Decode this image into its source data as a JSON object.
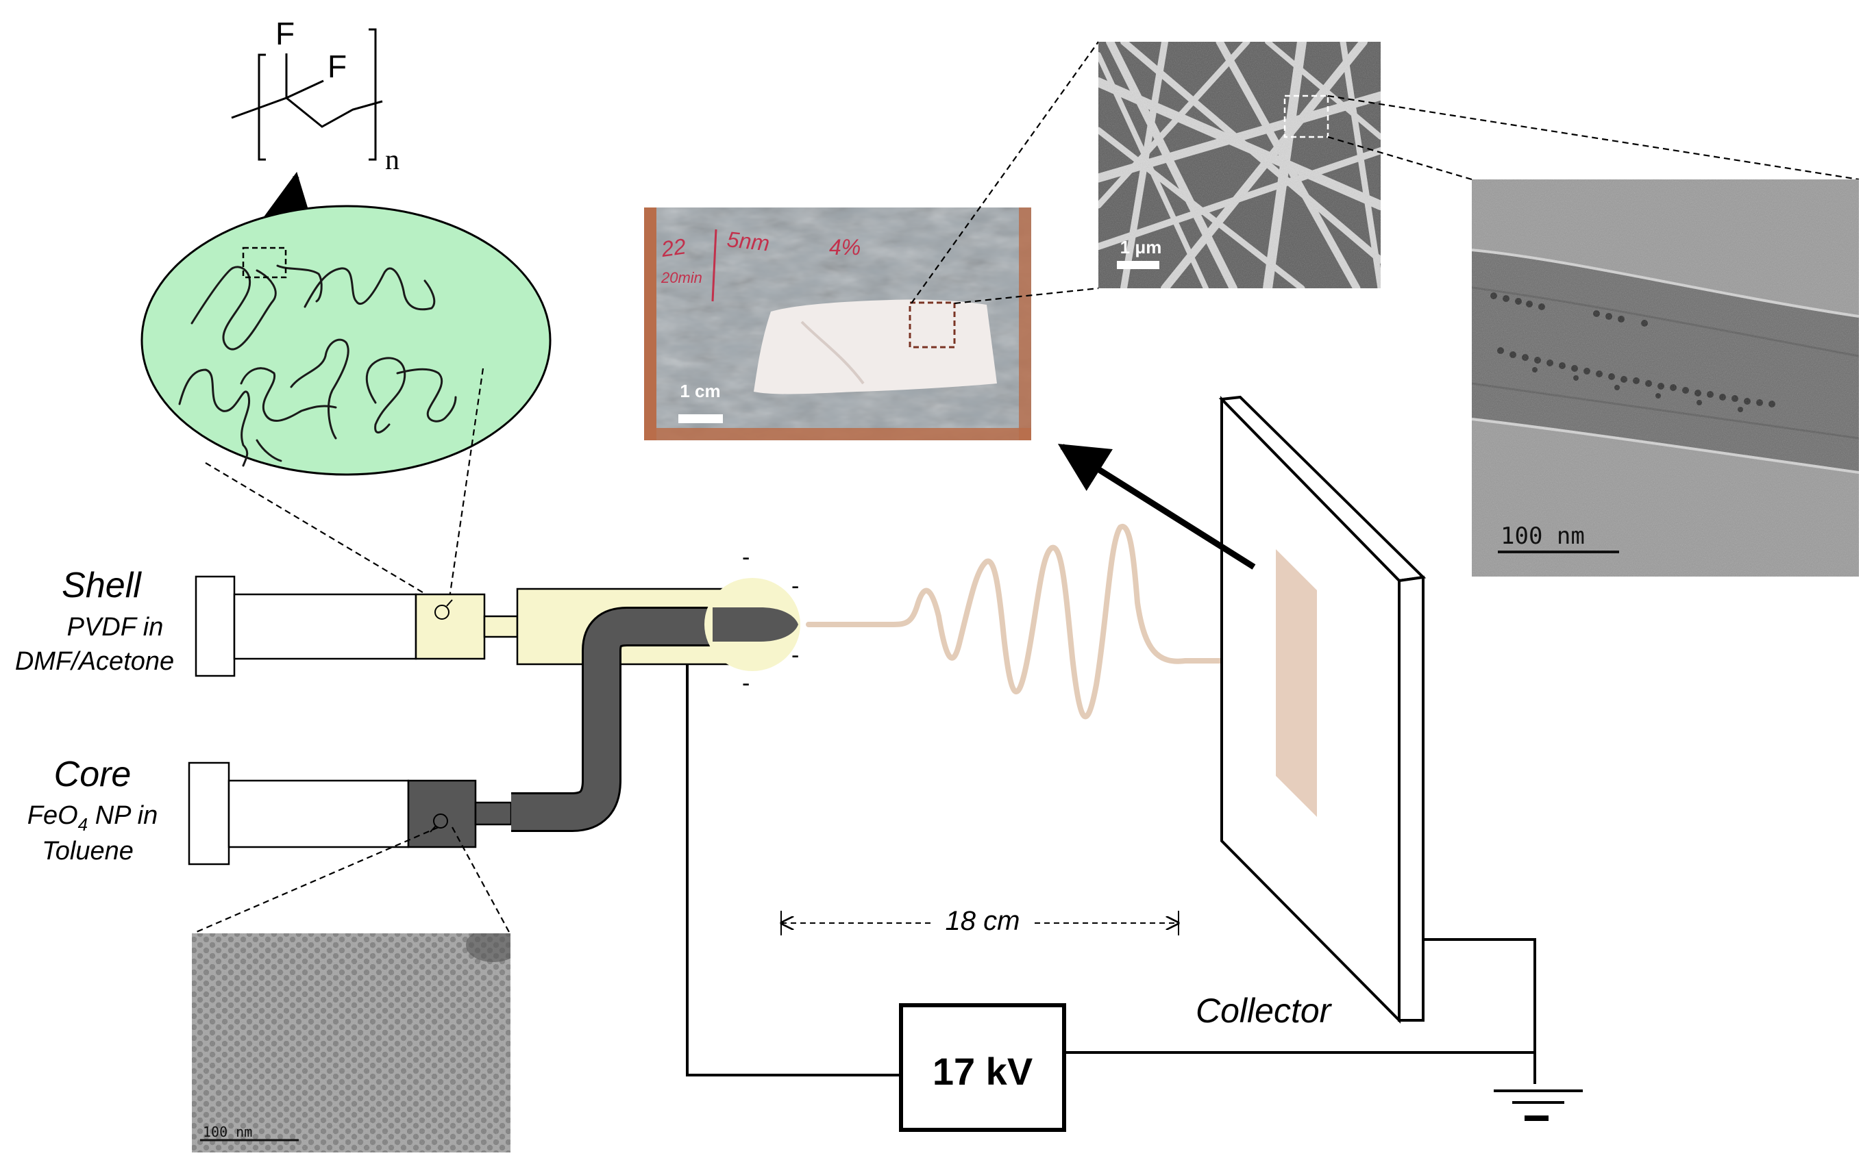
{
  "labels": {
    "shell_title": "Shell",
    "shell_line1": "PVDF in",
    "shell_line2": "DMF/Acetone",
    "core_title": "Core",
    "core_line1_base": "FeO",
    "core_line1_sub": "4",
    "core_line1_rest": " NP in",
    "core_line2": "Toluene",
    "distance": "18 cm",
    "voltage": "17 kV",
    "collector": "Collector"
  },
  "monomer": {
    "f1": "F",
    "f2": "F",
    "repeat": "n"
  },
  "charges": {
    "minus": "-"
  },
  "photo": {
    "scale_label": "1 cm",
    "handwriting": [
      "22",
      "5nm",
      "4%",
      "20min"
    ]
  },
  "sem": {
    "scale_label": "1 μm"
  },
  "tem_fiber": {
    "scale_label": "100 nm"
  },
  "tem_np": {
    "scale_label": "100 nm"
  },
  "colors": {
    "shell_fill": "#f7f5cc",
    "core_fill": "#575757",
    "solution_circle": "#b8f0c4",
    "jet": "#e3ccb8",
    "collector_sample": "#e6cebd",
    "photo_foil": "#9ea6ac",
    "photo_wood": "#b86d4a",
    "sem_bg": "#5b5b5b",
    "tem_bg": "#9a9a9a"
  }
}
